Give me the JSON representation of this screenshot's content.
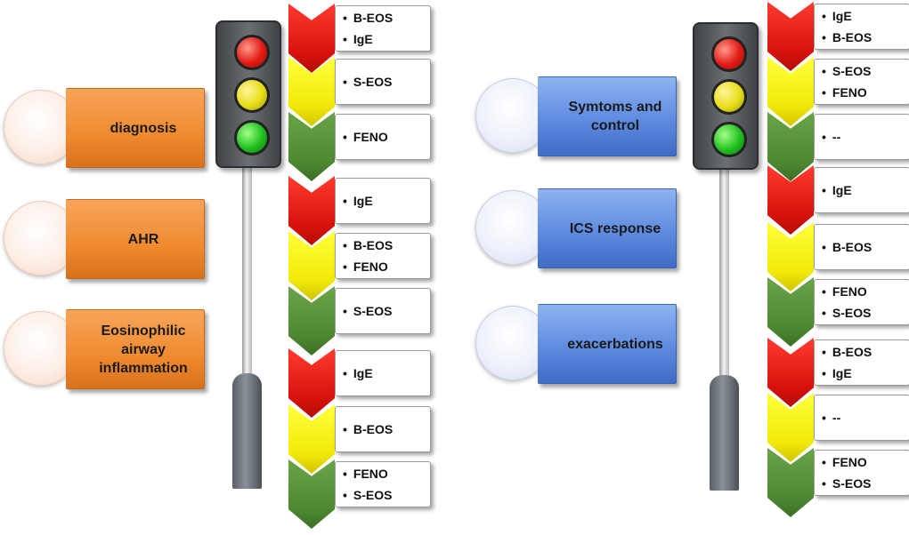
{
  "left_panel": {
    "categories": [
      {
        "label": "diagnosis"
      },
      {
        "label": "AHR"
      },
      {
        "label": "Eosinophilic airway inflammation"
      }
    ],
    "groups": [
      {
        "levels": [
          {
            "color": "red",
            "items": [
              "B-EOS",
              "IgE"
            ]
          },
          {
            "color": "yellow",
            "items": [
              "S-EOS"
            ]
          },
          {
            "color": "green",
            "items": [
              "FENO"
            ]
          }
        ]
      },
      {
        "levels": [
          {
            "color": "red",
            "items": [
              "IgE"
            ]
          },
          {
            "color": "yellow",
            "items": [
              "B-EOS",
              "FENO"
            ]
          },
          {
            "color": "green",
            "items": [
              "S-EOS"
            ]
          }
        ]
      },
      {
        "levels": [
          {
            "color": "red",
            "items": [
              "IgE"
            ]
          },
          {
            "color": "yellow",
            "items": [
              "B-EOS"
            ]
          },
          {
            "color": "green",
            "items": [
              "FENO",
              "S-EOS"
            ]
          }
        ]
      }
    ]
  },
  "right_panel": {
    "categories": [
      {
        "label": "Symtoms and control"
      },
      {
        "label": "ICS response"
      },
      {
        "label": "exacerbations"
      }
    ],
    "groups": [
      {
        "levels": [
          {
            "color": "red",
            "items": [
              "IgE",
              "B-EOS"
            ]
          },
          {
            "color": "yellow",
            "items": [
              "S-EOS",
              "FENO"
            ]
          },
          {
            "color": "green",
            "items": [
              "--"
            ]
          }
        ]
      },
      {
        "levels": [
          {
            "color": "red",
            "items": [
              "IgE"
            ]
          },
          {
            "color": "yellow",
            "items": [
              "B-EOS"
            ]
          },
          {
            "color": "green",
            "items": [
              "FENO",
              "S-EOS"
            ]
          }
        ]
      },
      {
        "levels": [
          {
            "color": "red",
            "items": [
              "B-EOS",
              "IgE"
            ]
          },
          {
            "color": "yellow",
            "items": [
              "--"
            ]
          },
          {
            "color": "green",
            "items": [
              "FENO",
              "S-EOS"
            ]
          }
        ]
      }
    ]
  },
  "colors": {
    "orange": "#ef8a2f",
    "blue": "#5e8ae0",
    "red": "#e21a14",
    "yellow": "#f2ea08",
    "green": "#4e8a33"
  }
}
